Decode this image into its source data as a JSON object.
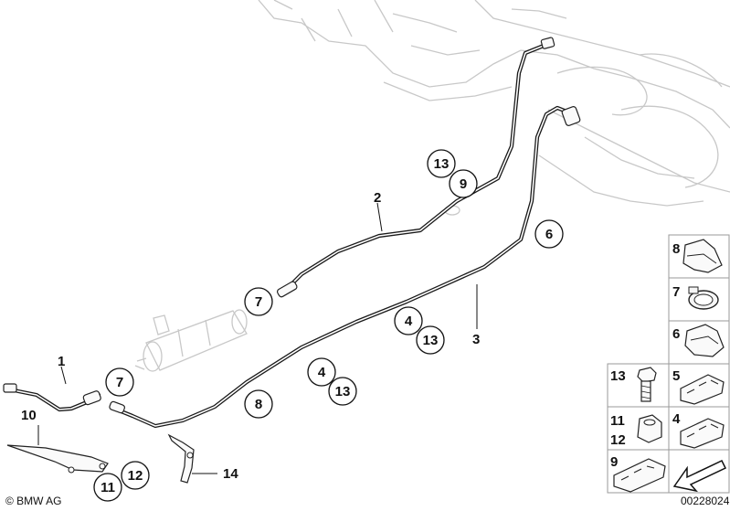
{
  "labels": {
    "l1": "1",
    "l2": "2",
    "l3": "3",
    "l10": "10",
    "l14": "14",
    "c13a": "13",
    "c9a": "9",
    "c6": "6",
    "c7a": "7",
    "c4a": "4",
    "c13b": "13",
    "c7b": "7",
    "c4b": "4",
    "c13c": "13",
    "c8": "8",
    "c11": "11",
    "c12": "12"
  },
  "legend": {
    "n8": "8",
    "n7": "7",
    "n6": "6",
    "n13": "13",
    "n5": "5",
    "n11": "11",
    "n12": "12",
    "n4": "4",
    "n9": "9"
  },
  "footer": {
    "copyright": "© BMW AG",
    "diagram_number": "00228024"
  }
}
